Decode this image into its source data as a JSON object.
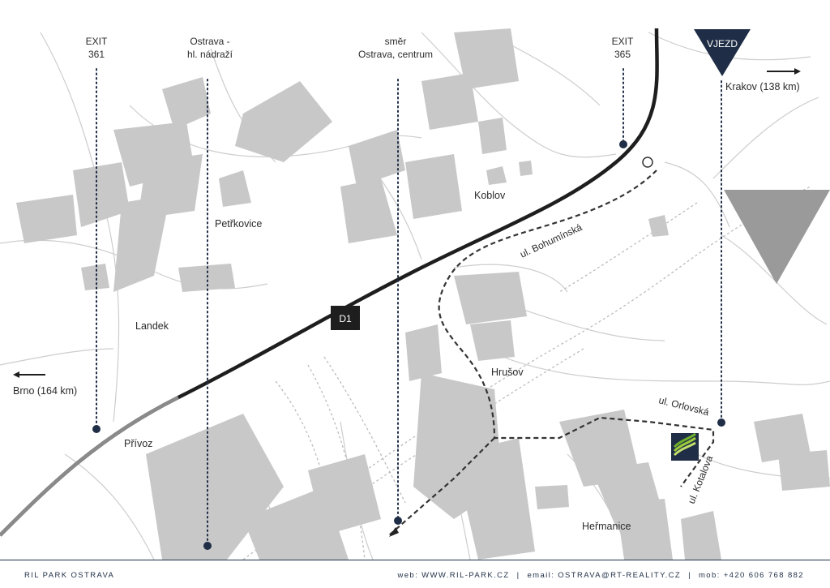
{
  "colors": {
    "navy": "#1f2e46",
    "route_dashed": "#333333",
    "highway": "#1e1e1e",
    "block_fill": "#c8c8c8",
    "road_line": "#cfcfcf"
  },
  "callouts": {
    "exit361": {
      "line1": "EXIT",
      "line2": "361"
    },
    "ostrava_hl": {
      "line1": "Ostrava -",
      "line2": "hl. nádraží"
    },
    "smer_centrum": {
      "line1": "směr",
      "line2": "Ostrava, centrum"
    },
    "exit365": {
      "line1": "EXIT",
      "line2": "365"
    },
    "vjezd": "VJEZD"
  },
  "directions": {
    "krakov": "Krakov (138 km)",
    "brno": "Brno (164 km)"
  },
  "places": {
    "petrkovice": "Petřkovice",
    "koblov": "Koblov",
    "landek": "Landek",
    "hrusov": "Hrušov",
    "privoz": "Přívoz",
    "hermanice": "Heřmanice"
  },
  "streets": {
    "bohuminska": "ul. Bohumínská",
    "orlovska": "ul. Orlovská",
    "kotalova": "ul. Kotalova"
  },
  "highway_badge": "D1",
  "footer": {
    "brand": "RIL PARK OSTRAVA",
    "web": "web: WWW.RIL-PARK.CZ",
    "email": "email: OSTRAVA@RT-REALITY.CZ",
    "mobile": "mob: +420 606 768 882"
  }
}
